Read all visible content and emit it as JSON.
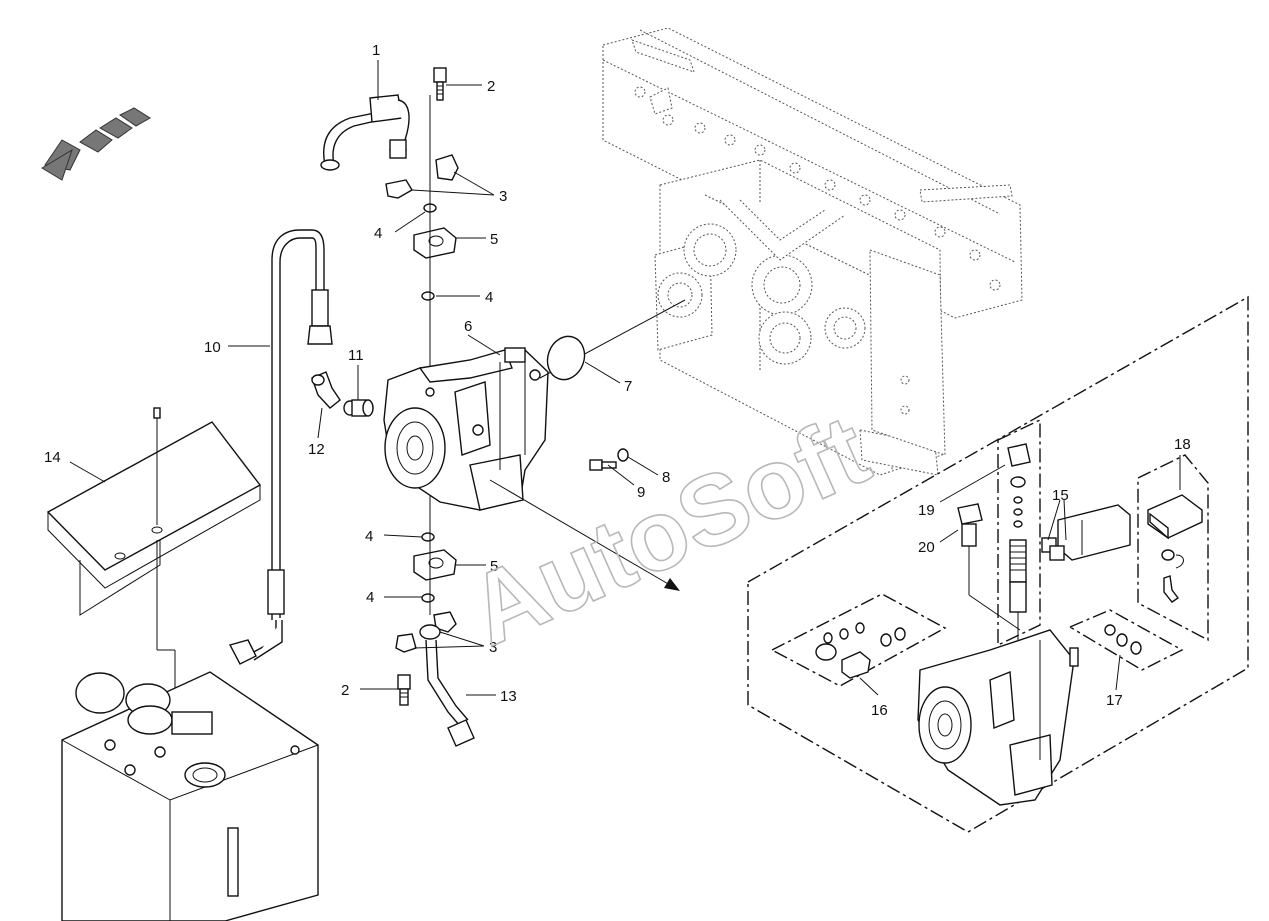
{
  "watermark": "AutoSoft",
  "callouts": {
    "c1": "1",
    "c2a": "2",
    "c2b": "2",
    "c3a": "3",
    "c3b": "3",
    "c4a": "4",
    "c4b": "4",
    "c4c": "4",
    "c4d": "4",
    "c5a": "5",
    "c5b": "5",
    "c6": "6",
    "c7": "7",
    "c8": "8",
    "c9": "9",
    "c10": "10",
    "c11": "11",
    "c12": "12",
    "c13": "13",
    "c14": "14",
    "c15": "15",
    "c16": "16",
    "c17": "17",
    "c18": "18",
    "c19": "19",
    "c20": "20"
  },
  "colors": {
    "line": "#111111",
    "ghost": "#555555",
    "watermark": "#b8b8b8",
    "background": "#ffffff"
  },
  "icons": {
    "direction_arrow": "direction-arrow-icon"
  }
}
